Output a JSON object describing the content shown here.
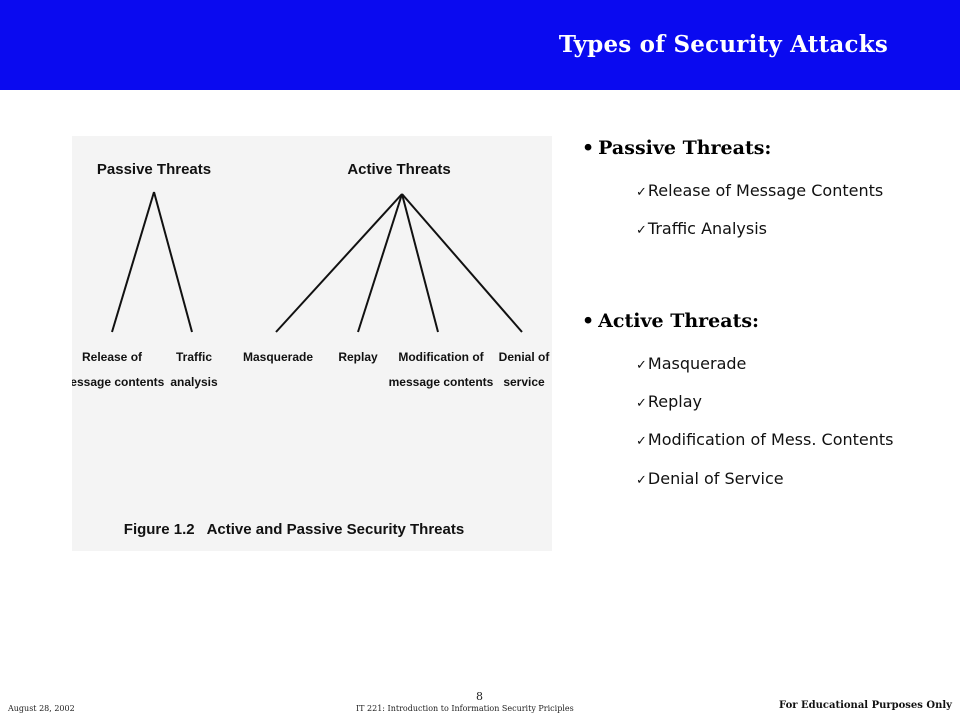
{
  "header": {
    "title": "Types of Security Attacks"
  },
  "figure": {
    "passive_root": "Passive Threats",
    "active_root": "Active Threats",
    "passive_leaves": [
      {
        "line1": "Release of",
        "line2": "message contents"
      },
      {
        "line1": "Traffic",
        "line2": "analysis"
      }
    ],
    "active_leaves": [
      {
        "line1": "Masquerade",
        "line2": ""
      },
      {
        "line1": "Replay",
        "line2": ""
      },
      {
        "line1": "Modification of",
        "line2": "message contents"
      },
      {
        "line1": "Denial of",
        "line2": "service"
      }
    ],
    "caption": "Figure 1.2   Active and Passive Security Threats"
  },
  "passive": {
    "heading": "Passive Threats:",
    "items": [
      "Release of Message Contents",
      "Traffic Analysis"
    ]
  },
  "active": {
    "heading": "Active Threats:",
    "items": [
      "Masquerade",
      "Replay",
      "Modification of Mess. Contents",
      "Denial of Service"
    ]
  },
  "footer": {
    "date": "August 28, 2002",
    "course": "IT 221: Introduction to Information Security Priciples",
    "page": "8",
    "note": "For Educational Purposes Only"
  }
}
